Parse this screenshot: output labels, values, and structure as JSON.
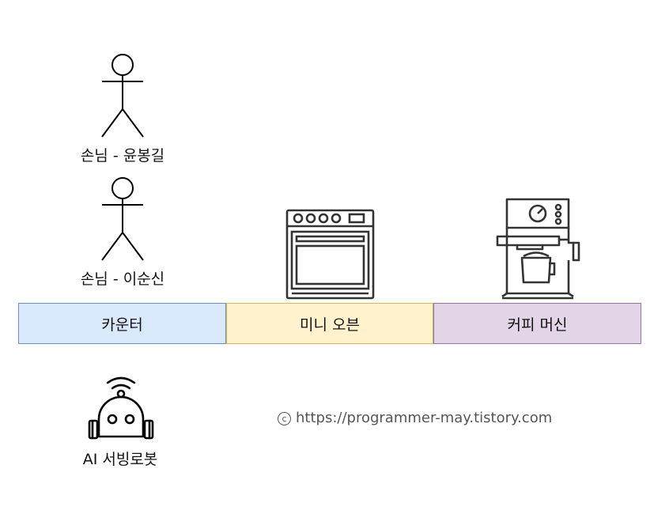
{
  "actors": [
    {
      "label": "손님 - 윤봉길"
    },
    {
      "label": "손님 - 이순신"
    }
  ],
  "stations": [
    {
      "label": "카운터",
      "fill": "#dae8fc",
      "stroke": "#6c8ebf"
    },
    {
      "label": "미니 오븐",
      "fill": "#fff2cc",
      "stroke": "#d6b656"
    },
    {
      "label": "커피 머신",
      "fill": "#e1d5e7",
      "stroke": "#9673a6"
    }
  ],
  "robot": {
    "label": "AI 서빙로봇",
    "icon": "robot-icon"
  },
  "appliances": {
    "oven_icon": "oven-icon",
    "coffee_icon": "coffee-machine-icon"
  },
  "copyright": {
    "symbol": "c",
    "text": "https://programmer-may.tistory.com"
  }
}
